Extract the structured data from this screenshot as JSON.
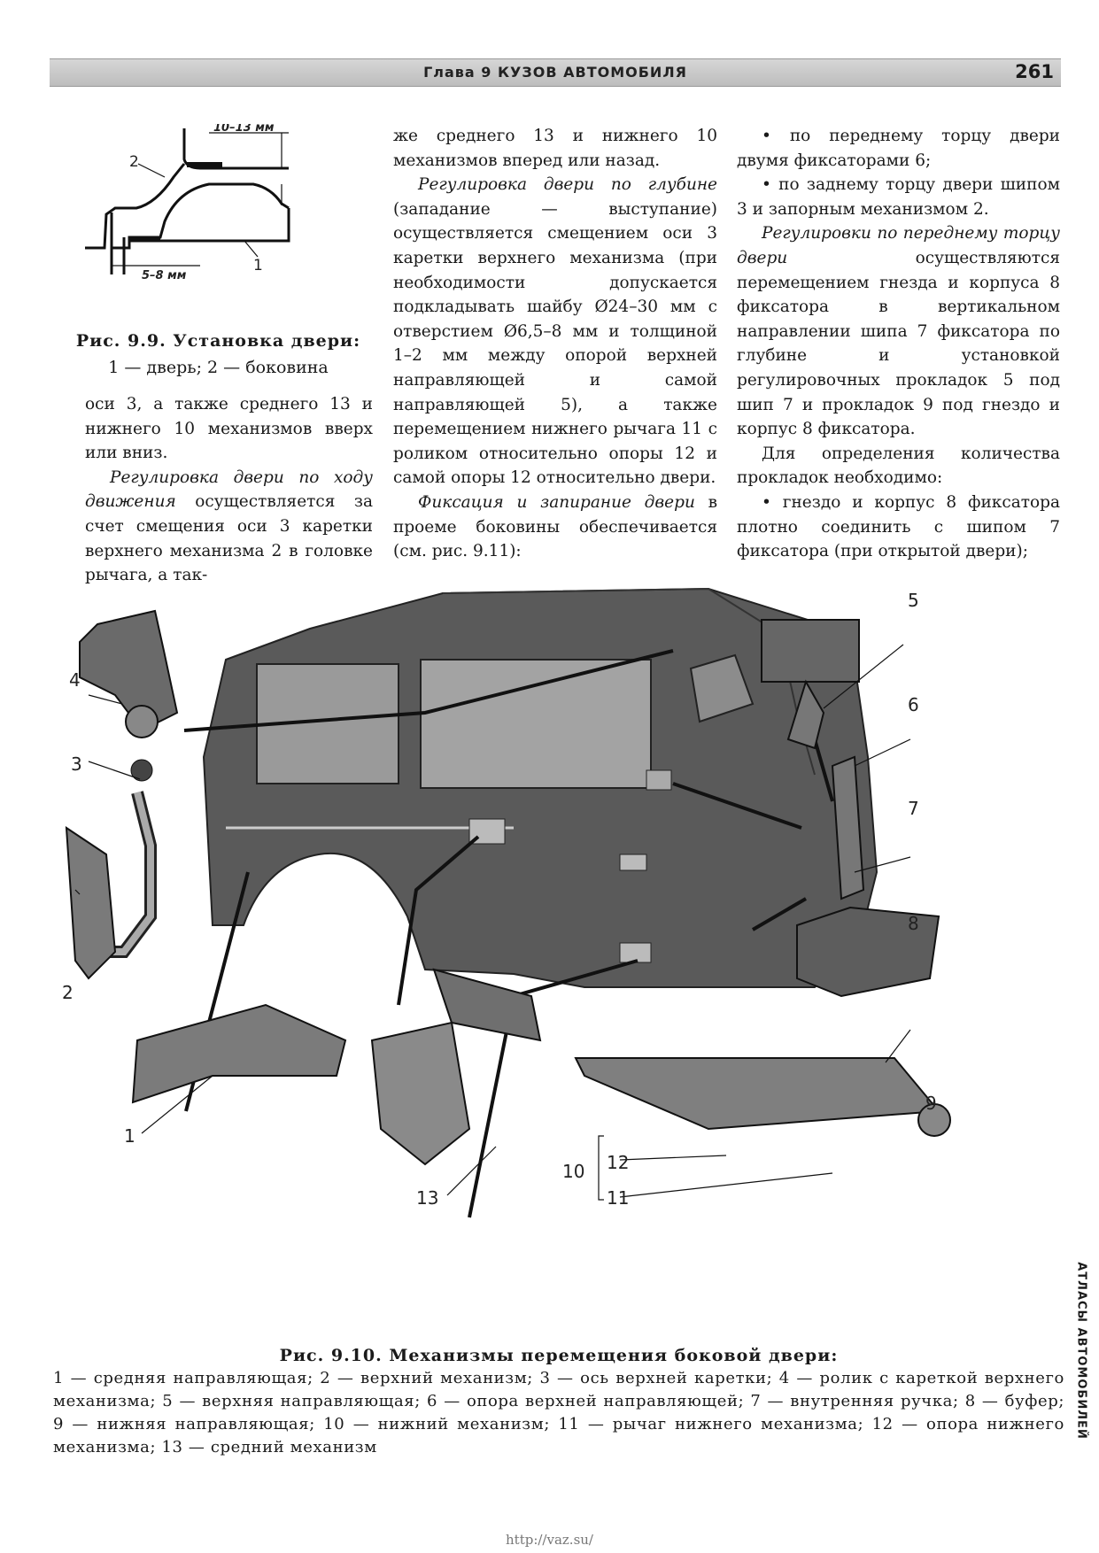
{
  "header": {
    "chapter": "Глава 9   КУЗОВ АВТОМОБИЛЯ",
    "page_number": "261"
  },
  "fig_9_9": {
    "dim_top": "10–13 мм",
    "dim_bottom": "5–8 мм",
    "label_1": "1",
    "label_2": "2",
    "caption_title": "Рис. 9.9. Установка двери:",
    "caption_desc": "1 — дверь; 2 — боковина"
  },
  "column1": {
    "p1": "оси 3, а также среднего 13 и нижнего 10 механизмов вверх или вниз.",
    "p2_italic": "Регулировка двери по ходу движения",
    "p2_rest": " осуществляется за счет смещения оси 3 каретки верхнего механизма 2 в головке рычага, а так-"
  },
  "column2": {
    "p1": "же среднего 13 и нижнего 10 механизмов вперед или назад.",
    "p2_italic": "Регулировка двери по глубине",
    "p2_rest": " (западание — выступание) осуществляется смещением оси 3 каретки верхнего механизма (при необходимости допускается подкладывать шайбу Ø24–30 мм с отверстием Ø6,5–8 мм и толщиной 1–2 мм между опорой верхней направляющей и самой направляющей 5), а также перемещением нижнего рычага 11 с роликом относительно опоры 12 и самой опоры 12 относительно двери.",
    "p3_italic": "Фиксация и запирание двери",
    "p3_rest": " в проеме боковины обеспечивается (см. рис. 9.11):"
  },
  "column3": {
    "b1": "• по переднему торцу двери двумя фиксаторами 6;",
    "b2": "• по заднему торцу двери шипом 3 и запорным механизмом 2.",
    "p1_italic": "Регулировки по переднему торцу двери",
    "p1_rest": " осуществляются перемещением гнезда и корпуса 8 фиксатора в вертикальном направлении шипа 7 фиксатора по глубине и установкой регулировочных прокладок 5 под шип 7 и прокладок 9 под гнездо и корпус 8 фиксатора.",
    "p2": "Для определения количества прокладок необходимо:",
    "b3": "• гнездо и корпус 8 фиксатора плотно соединить с шипом 7 фиксатора (при открытой двери);"
  },
  "fig_9_10": {
    "labels": [
      "1",
      "2",
      "3",
      "4",
      "5",
      "6",
      "7",
      "8",
      "9",
      "10",
      "11",
      "12",
      "13"
    ],
    "caption_title": "Рис. 9.10. Механизмы перемещения боковой двери:",
    "caption_desc": "1 — средняя направляющая; 2 — верхний механизм; 3 — ось верхней каретки; 4 — ролик с кареткой верхнего механизма; 5 — верхняя направляющая; 6 — опора верхней направляющей; 7 — внутренняя ручка; 8 — буфер; 9 — нижняя направляющая; 10 — нижний механизм; 11 — рычаг нижнего механизма; 12 — опора нижнего механизма; 13 — средний механизм"
  },
  "side_tab": "АТЛАСЫ АВТОМОБИЛЕЙ",
  "footer_url": "http://vaz.su/"
}
